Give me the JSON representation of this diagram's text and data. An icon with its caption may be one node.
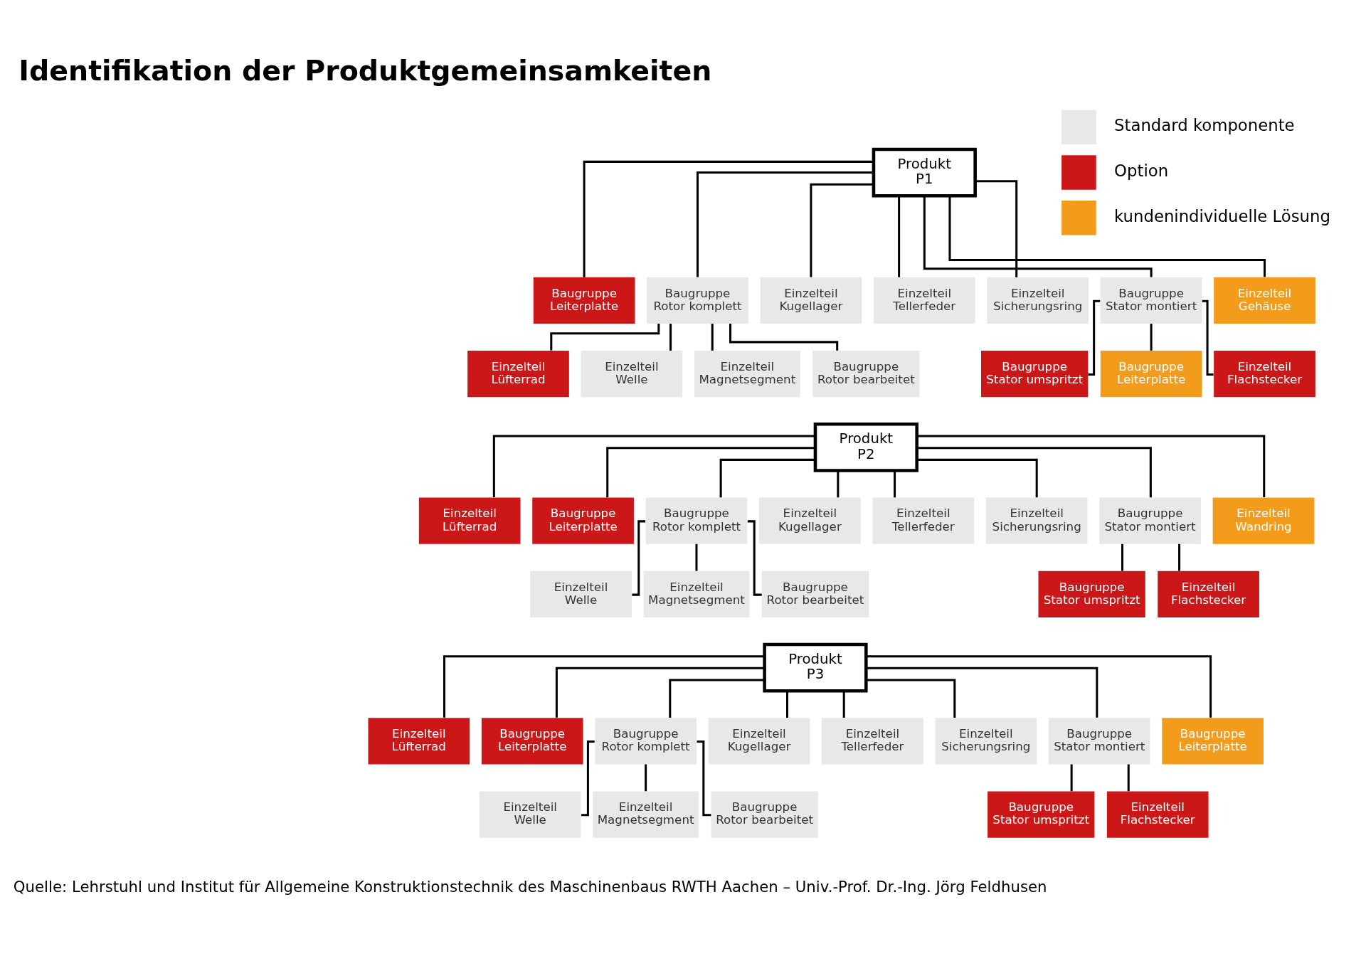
{
  "diagram": {
    "title": "Identifikation der Produktgemeinsamkeiten",
    "caption": "Quelle: Lehrstuhl und Institut für Allgemeine Konstruktionstechnik des Maschinenbaus RWTH Aachen – Univ.-Prof. Dr.-Ing. Jörg Feldhusen",
    "nodes": [
      {
        "text": [
          "Produkt P1"
        ]
      },
      {
        "text": [
          "Baugruppe Leiterplatte"
        ]
      },
      {
        "text": [
          "Baugruppe Rotor komplett"
        ]
      },
      {
        "text": [
          "Einzelteil Kugellager"
        ]
      },
      {
        "text": [
          "Einzelteil Tellerfeder"
        ]
      },
      {
        "text": [
          "Einzelteil Sicherungsring"
        ]
      },
      {
        "text": [
          "Baugruppe Stator montiert"
        ]
      },
      {
        "text": [
          "Einzelteil Gehäuse"
        ]
      },
      {
        "text": [
          "Einzelteil Lüfterrad"
        ]
      },
      {
        "text": [
          "Einzelteil Welle"
        ]
      },
      {
        "text": [
          "Einzelteil Magnetsegment"
        ]
      },
      {
        "text": [
          "Baugruppe Rotor bearbeitet"
        ]
      },
      {
        "text": [
          "Baugruppe Stator umspritzt"
        ]
      },
      {
        "text": [
          "Baugruppe Leiterplatte"
        ]
      },
      {
        "text": [
          "Einzelteil Flachstecker"
        ]
      },
      {
        "text": [
          "Produkt P2"
        ]
      },
      {
        "text": [
          "Einzelteil Lüfterrad"
        ]
      },
      {
        "text": [
          "Baugruppe Leiterplatte"
        ]
      },
      {
        "text": [
          "Baugruppe Rotor komplett"
        ]
      },
      {
        "text": [
          "Einzelteil Kugellager"
        ]
      },
      {
        "text": [
          "Einzelteil Tellerfeder"
        ]
      },
      {
        "text": [
          "Einzelteil Sicherungsring"
        ]
      },
      {
        "text": [
          "Baugruppe Stator montiert"
        ]
      },
      {
        "text": [
          "Einzelteil Wandring"
        ]
      },
      {
        "text": [
          "Einzelteil Welle"
        ]
      },
      {
        "text": [
          "Einzelteil Magnetsegment"
        ]
      },
      {
        "text": [
          "Baugruppe Rotor bearbeitet"
        ]
      },
      {
        "text": [
          "Baugruppe Stator umspritzt"
        ]
      },
      {
        "text": [
          "Einzelteil Flachstecker"
        ]
      },
      {
        "text": [
          "Produkt P3"
        ]
      },
      {
        "text": [
          "Einzelteil Lüfterrad"
        ]
      },
      {
        "text": [
          "Baugruppe Leiterplatte"
        ]
      },
      {
        "text": [
          "Baugruppe Rotor komplett"
        ]
      },
      {
        "text": [
          "Einzelteil Kugellager"
        ]
      },
      {
        "text": [
          "Einzelteil Tellerfeder"
        ]
      },
      {
        "text": [
          "Einzelteil Sicherungsring"
        ]
      },
      {
        "text": [
          "Baugruppe Stator montiert"
        ]
      },
      {
        "text": [
          "Baugruppe Leiterplatte"
        ]
      },
      {
        "text": [
          "Einzelteil Welle"
        ]
      },
      {
        "text": [
          "Einzelteil Magnetsegment"
        ]
      },
      {
        "text": [
          "Baugruppe Rotor bearbeitet"
        ]
      },
      {
        "text": [
          "Baugruppe Stator umspritzt"
        ]
      },
      {
        "text": [
          "Einzelteil Flachstecker"
        ]
      }
    ],
    "edges": [
      {
        "from": 0,
        "to": 1,
        "arrow": "none"
      },
      {
        "from": 0,
        "to": 2,
        "arrow": "none"
      },
      {
        "from": 0,
        "to": 3,
        "arrow": "none"
      },
      {
        "from": 0,
        "to": 4,
        "arrow": "none"
      },
      {
        "from": 0,
        "to": 5,
        "arrow": "none"
      },
      {
        "from": 0,
        "to": 6,
        "arrow": "none"
      },
      {
        "from": 0,
        "to": 7,
        "arrow": "none"
      },
      {
        "from": 2,
        "to": 8,
        "arrow": "none"
      },
      {
        "from": 2,
        "to": 9,
        "arrow": "none"
      },
      {
        "from": 2,
        "to": 10,
        "arrow": "none"
      },
      {
        "from": 2,
        "to": 11,
        "arrow": "none"
      },
      {
        "from": 6,
        "to": 12,
        "arrow": "none"
      },
      {
        "from": 6,
        "to": 13,
        "arrow": "none"
      },
      {
        "from": 6,
        "to": 14,
        "arrow": "none"
      },
      {
        "from": 15,
        "to": 16,
        "arrow": "none"
      },
      {
        "from": 15,
        "to": 17,
        "arrow": "none"
      },
      {
        "from": 15,
        "to": 18,
        "arrow": "none"
      },
      {
        "from": 15,
        "to": 19,
        "arrow": "none"
      },
      {
        "from": 15,
        "to": 20,
        "arrow": "none"
      },
      {
        "from": 15,
        "to": 21,
        "arrow": "none"
      },
      {
        "from": 15,
        "to": 22,
        "arrow": "none"
      },
      {
        "from": 15,
        "to": 23,
        "arrow": "none"
      },
      {
        "from": 18,
        "to": 24,
        "arrow": "none"
      },
      {
        "from": 18,
        "to": 25,
        "arrow": "none"
      },
      {
        "from": 18,
        "to": 26,
        "arrow": "none"
      },
      {
        "from": 22,
        "to": 27,
        "arrow": "none"
      },
      {
        "from": 22,
        "to": 28,
        "arrow": "none"
      },
      {
        "from": 29,
        "to": 30,
        "arrow": "none"
      },
      {
        "from": 29,
        "to": 31,
        "arrow": "none"
      },
      {
        "from": 29,
        "to": 32,
        "arrow": "none"
      },
      {
        "from": 29,
        "to": 33,
        "arrow": "none"
      },
      {
        "from": 29,
        "to": 34,
        "arrow": "none"
      },
      {
        "from": 29,
        "to": 35,
        "arrow": "none"
      },
      {
        "from": 29,
        "to": 36,
        "arrow": "none"
      },
      {
        "from": 29,
        "to": 37,
        "arrow": "none"
      },
      {
        "from": 32,
        "to": 38,
        "arrow": "none"
      },
      {
        "from": 32,
        "to": 39,
        "arrow": "none"
      },
      {
        "from": 32,
        "to": 40,
        "arrow": "none"
      },
      {
        "from": 36,
        "to": 41,
        "arrow": "none"
      },
      {
        "from": 36,
        "to": 42,
        "arrow": "none"
      }
    ],
    "legend": [
      {
        "text": "Standard komponente",
        "color": "#e8e8e8"
      },
      {
        "text": "Option",
        "color": "#cc1719"
      },
      {
        "text": "kundenindividuelle Lösung",
        "color": "#f39c1c"
      }
    ]
  }
}
